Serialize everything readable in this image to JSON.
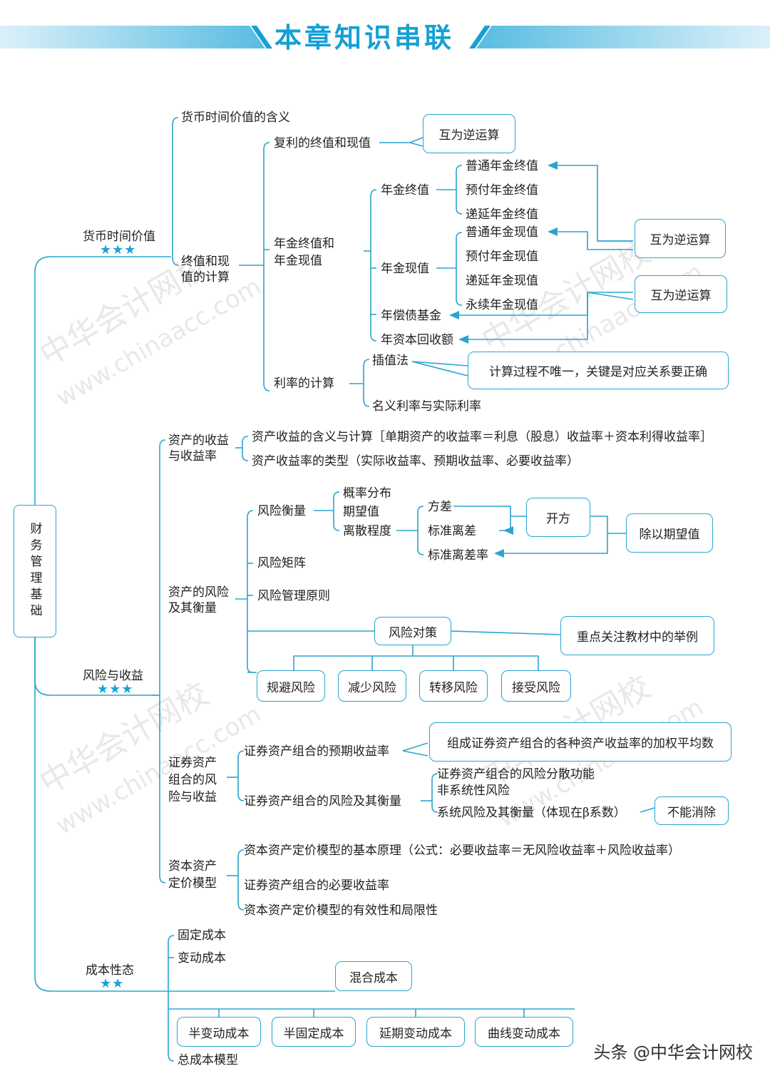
{
  "title": "本章知识串联",
  "root": "财务管理基础",
  "stars3": "★★★",
  "stars2": "★★",
  "sec1": {
    "name": "货币时间价值",
    "meaning": "货币时间价值的含义",
    "calc": "终值和现值的计算",
    "compound": "复利的终值和现值",
    "inverse1": "互为逆运算",
    "annuity": "年金终值和年金现值",
    "annuity_fv": "年金终值",
    "fv_items": [
      "普通年金终值",
      "预付年金终值",
      "递延年金终值"
    ],
    "annuity_pv": "年金现值",
    "pv_items": [
      "普通年金现值",
      "预付年金现值",
      "递延年金现值",
      "永续年金现值"
    ],
    "inverse2": "互为逆运算",
    "inverse3": "互为逆运算",
    "sinking": "年偿债基金",
    "recovery": "年资本回收额",
    "rate": "利率的计算",
    "interp": "插值法",
    "interp_note": "计算过程不唯一，关键是对应关系要正确",
    "nominal": "名义利率与实际利率"
  },
  "sec2": {
    "name": "风险与收益",
    "returns": "资产的收益与收益率",
    "ret_item1": "资产收益的含义与计算［单期资产的收益率＝利息（股息）收益率＋资本利得收益率］",
    "ret_item2": "资产收益率的类型（实际收益率、预期收益率、必要收益率）",
    "risk": "资产的风险及其衡量",
    "measure": "风险衡量",
    "measure_items": [
      "概率分布",
      "期望值",
      "离散程度"
    ],
    "disp_items": [
      "方差",
      "标准离差",
      "标准离差率"
    ],
    "sqrt": "开方",
    "divide": "除以期望值",
    "matrix": "风险矩阵",
    "principle": "风险管理原则",
    "strategy": "风险对策",
    "strategy_note": "重点关注教材中的举例",
    "strategies": [
      "规避风险",
      "减少风险",
      "转移风险",
      "接受风险"
    ],
    "portfolio": "证券资产组合的风险与收益",
    "expected": "证券资产组合的预期收益率",
    "expected_note": "组成证券资产组合的各种资产收益率的加权平均数",
    "port_risk": "证券资产组合的风险及其衡量",
    "risk_items": [
      "证券资产组合的风险分散功能",
      "非系统性风险",
      "系统风险及其衡量（体现在β系数）"
    ],
    "cannot": "不能消除",
    "capm": "资本资产定价模型",
    "capm_items": [
      "资本资产定价模型的基本原理（公式：必要收益率＝无风险收益率＋风险收益率）",
      "证券资产组合的必要收益率",
      "资本资产定价模型的有效性和局限性"
    ]
  },
  "sec3": {
    "name": "成本性态",
    "fixed": "固定成本",
    "variable": "变动成本",
    "mixed": "混合成本",
    "mixed_items": [
      "半变动成本",
      "半固定成本",
      "延期变动成本",
      "曲线变动成本"
    ],
    "total": "总成本模型"
  },
  "watermark1": "中华会计网校",
  "watermark2": "www.chinaacc.com",
  "footer": "头条 @中华会计网校",
  "colors": {
    "accent": "#2aa5cf",
    "title": "#15a0d4"
  }
}
